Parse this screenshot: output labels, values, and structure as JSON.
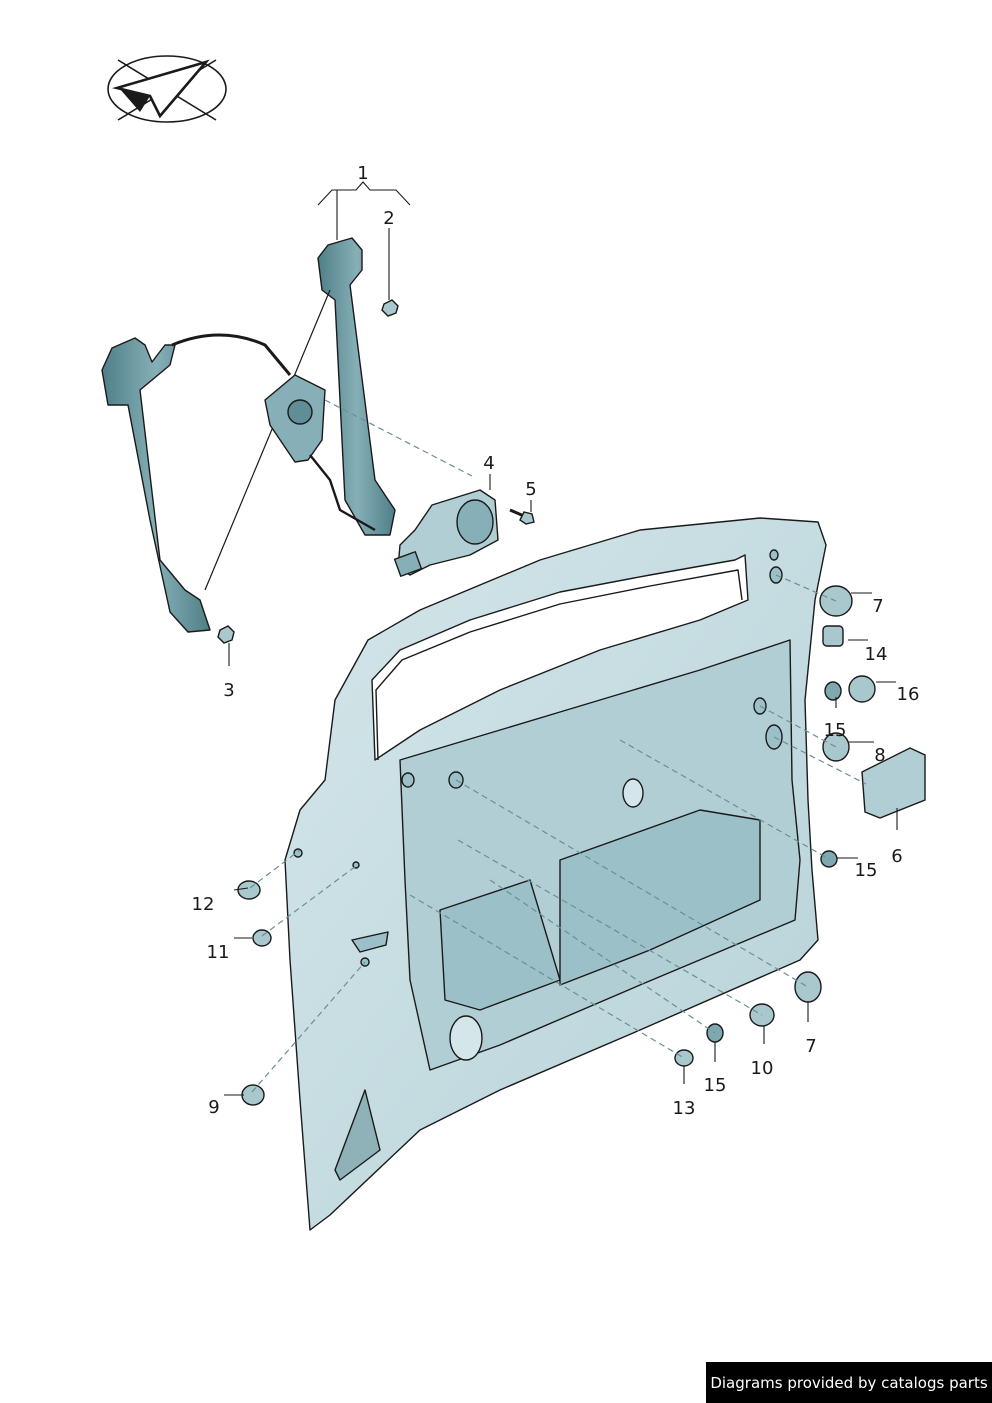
{
  "diagram": {
    "parts": [
      {
        "number": "1",
        "name": "window-regulator"
      },
      {
        "number": "2",
        "name": "hex-nut"
      },
      {
        "number": "3",
        "name": "hex-nut"
      },
      {
        "number": "4",
        "name": "window-motor"
      },
      {
        "number": "5",
        "name": "screw"
      },
      {
        "number": "6",
        "name": "door-control-unit"
      },
      {
        "number": "7",
        "name": "plug"
      },
      {
        "number": "8",
        "name": "plug"
      },
      {
        "number": "9",
        "name": "plug"
      },
      {
        "number": "10",
        "name": "plug"
      },
      {
        "number": "11",
        "name": "plug"
      },
      {
        "number": "12",
        "name": "plug"
      },
      {
        "number": "13",
        "name": "plug"
      },
      {
        "number": "14",
        "name": "grommet"
      },
      {
        "number": "15",
        "name": "plug"
      },
      {
        "number": "16",
        "name": "plug"
      }
    ],
    "callouts": [
      "1",
      "2",
      "3",
      "4",
      "5",
      "7",
      "14",
      "16",
      "15",
      "8",
      "6",
      "15",
      "12",
      "11",
      "7",
      "10",
      "15",
      "13",
      "9"
    ]
  },
  "colors": {
    "line": "#1a1a1a",
    "door_fill": "#c8dde2",
    "door_dark": "#9cc0c7",
    "part_fill": "#a8c8ce",
    "part_dark": "#5f8e97"
  },
  "logo": {
    "icon": "paper-plane-check-icon"
  },
  "credit": {
    "text": "Diagrams provided by catalogs parts"
  }
}
